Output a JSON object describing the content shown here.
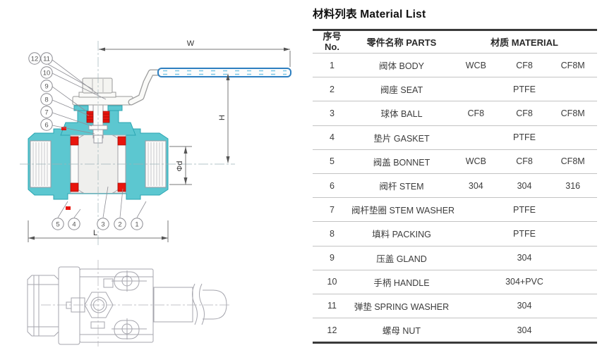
{
  "table": {
    "title": "材料列表 Material List",
    "headers": {
      "no_zh": "序号",
      "no_en": "No.",
      "parts": "零件名称 PARTS",
      "material": "材质 MATERIAL"
    },
    "rows": [
      {
        "no": "1",
        "part": "阀体 BODY",
        "m1": "WCB",
        "m2": "CF8",
        "m3": "CF8M"
      },
      {
        "no": "2",
        "part": "阀座 SEAT",
        "m": "PTFE"
      },
      {
        "no": "3",
        "part": "球体 BALL",
        "m1": "CF8",
        "m2": "CF8",
        "m3": "CF8M"
      },
      {
        "no": "4",
        "part": "垫片 GASKET",
        "m": "PTFE"
      },
      {
        "no": "5",
        "part": "阀盖 BONNET",
        "m1": "WCB",
        "m2": "CF8",
        "m3": "CF8M"
      },
      {
        "no": "6",
        "part": "阀杆 STEM",
        "m1": "304",
        "m2": "304",
        "m3": "316"
      },
      {
        "no": "7",
        "part": "阀杆垫圈 STEM WASHER",
        "m": "PTFE"
      },
      {
        "no": "8",
        "part": "填料 PACKING",
        "m": "PTFE"
      },
      {
        "no": "9",
        "part": "压盖 GLAND",
        "m": "304"
      },
      {
        "no": "10",
        "part": "手柄 HANDLE",
        "m": "304+PVC"
      },
      {
        "no": "11",
        "part": "弹垫 SPRING WASHER",
        "m": "304"
      },
      {
        "no": "12",
        "part": "螺母 NUT",
        "m": "304"
      }
    ]
  },
  "diagram": {
    "dim": {
      "w": "W",
      "h": "H",
      "bore": "Φd",
      "l": "L"
    },
    "callouts": [
      "1",
      "2",
      "3",
      "4",
      "5",
      "6",
      "7",
      "8",
      "9",
      "10",
      "11",
      "12"
    ],
    "colors": {
      "body_teal": "#5cc7d0",
      "teal_outline": "#2ba6b2",
      "seal_red": "#e8150d",
      "handle_blue": "#2d7fc0",
      "line_gray": "#9a9aa2"
    }
  }
}
